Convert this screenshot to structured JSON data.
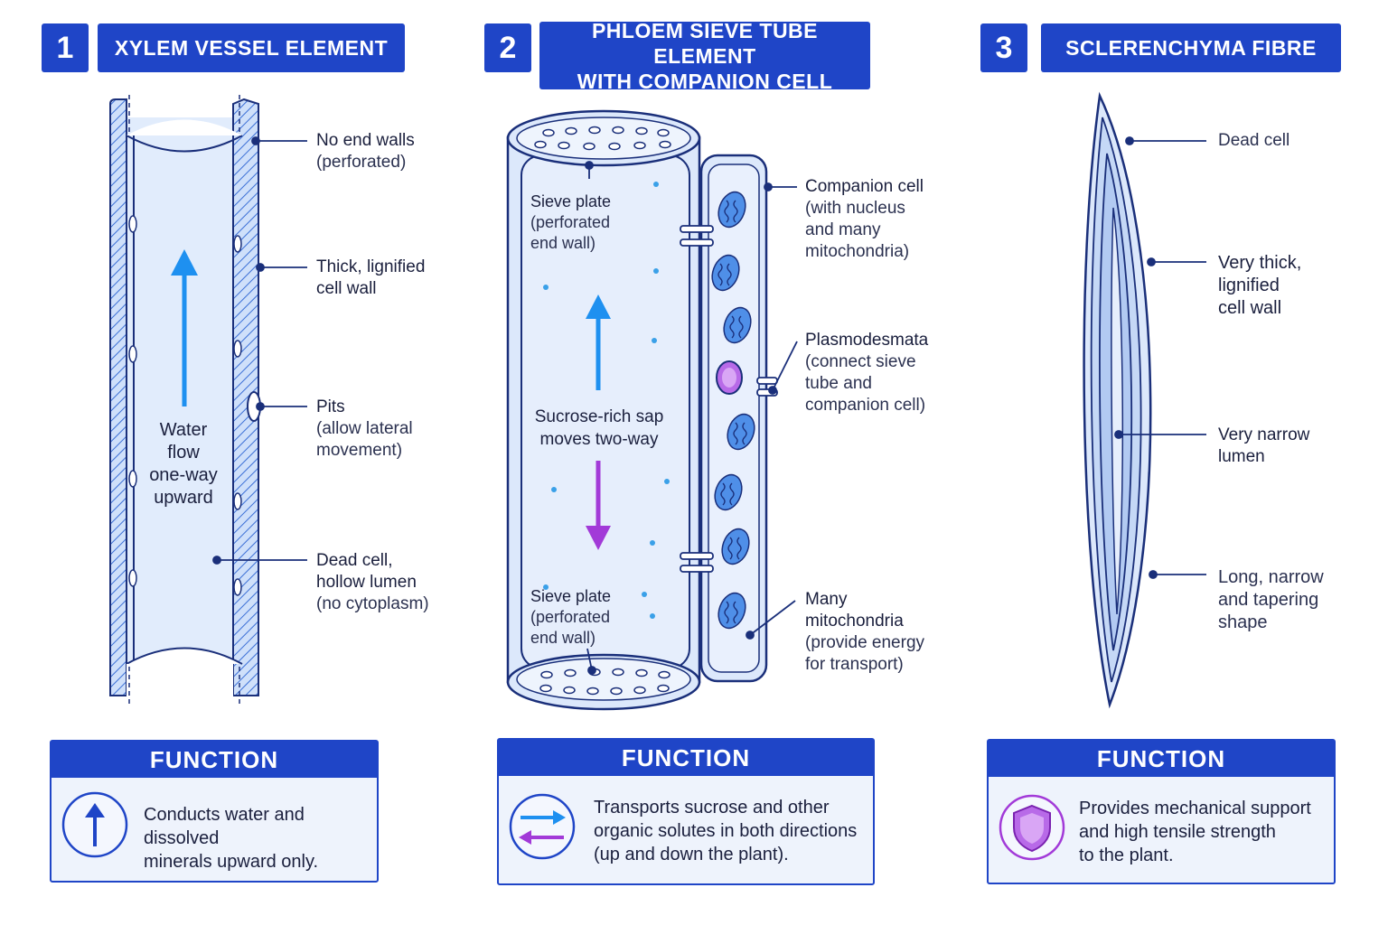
{
  "panels": [
    {
      "number": "1",
      "title": "XYLEM VESSEL ELEMENT",
      "labels": [
        {
          "line1": "No end walls",
          "line2": "(perforated)"
        },
        {
          "line1": "Thick, lignified",
          "line2": "cell wall"
        },
        {
          "line1": "Pits",
          "line2": "(allow lateral",
          "line3": "movement)"
        },
        {
          "line1": "Dead cell,",
          "line2": "hollow lumen",
          "line3": "(no cytoplasm)"
        }
      ],
      "flow_text": [
        "Water",
        "flow",
        "one-way",
        "upward"
      ],
      "function_heading": "FUNCTION",
      "function_text": [
        "Conducts water and dissolved",
        "minerals upward only."
      ]
    },
    {
      "number": "2",
      "title_line1": "PHLOEM SIEVE TUBE ELEMENT",
      "title_line2": "WITH COMPANION CELL",
      "labels": [
        {
          "line1": "Companion cell",
          "line2": "(with nucleus",
          "line3": "and many",
          "line4": "mitochondria)"
        },
        {
          "line1": "Plasmodesmata",
          "line2": "(connect sieve",
          "line3": "tube and",
          "line4": "companion cell)"
        },
        {
          "line1": "Many",
          "line2": "mitochondria",
          "line3": "(provide energy",
          "line4": "for transport)"
        }
      ],
      "sieve_top": [
        "Sieve plate",
        "(perforated",
        "end wall)"
      ],
      "sieve_bottom": [
        "Sieve plate",
        "(perforated",
        "end wall)"
      ],
      "flow_text": [
        "Sucrose-rich sap",
        "moves two-way"
      ],
      "function_heading": "FUNCTION",
      "function_text": [
        "Transports sucrose and other",
        "organic solutes in both directions",
        "(up and down the plant)."
      ]
    },
    {
      "number": "3",
      "title": "SCLERENCHYMA FIBRE",
      "labels": [
        {
          "line1": "Dead cell"
        },
        {
          "line1": "Very thick,",
          "line2": "lignified",
          "line3": "cell wall"
        },
        {
          "line1": "Very narrow",
          "line2": "lumen"
        },
        {
          "line1": "Long, narrow",
          "line2": "and tapering",
          "line3": "shape"
        }
      ],
      "function_heading": "FUNCTION",
      "function_text": [
        "Provides mechanical support",
        "and high tensile strength",
        "to the plant."
      ]
    }
  ],
  "icons": [
    "up-arrow-circle-icon",
    "two-way-arrows-icon",
    "shield-icon"
  ],
  "colors": {
    "brand_blue": "#1f45c7",
    "flow_blue": "#1e90f0",
    "flow_purple": "#a23ad8",
    "cell_fill": "#dce8fb",
    "box_fill": "#eef3fc"
  }
}
